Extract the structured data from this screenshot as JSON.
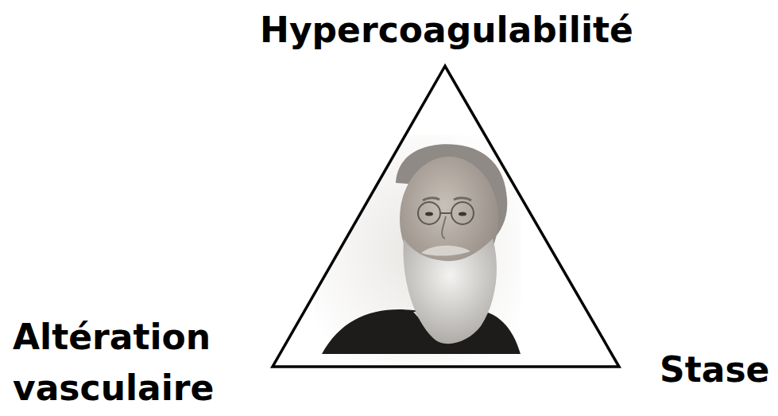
{
  "diagram": {
    "labels": [
      "Hypercoagulabilité",
      "Altération vasculaire",
      "Stase"
    ]
  }
}
